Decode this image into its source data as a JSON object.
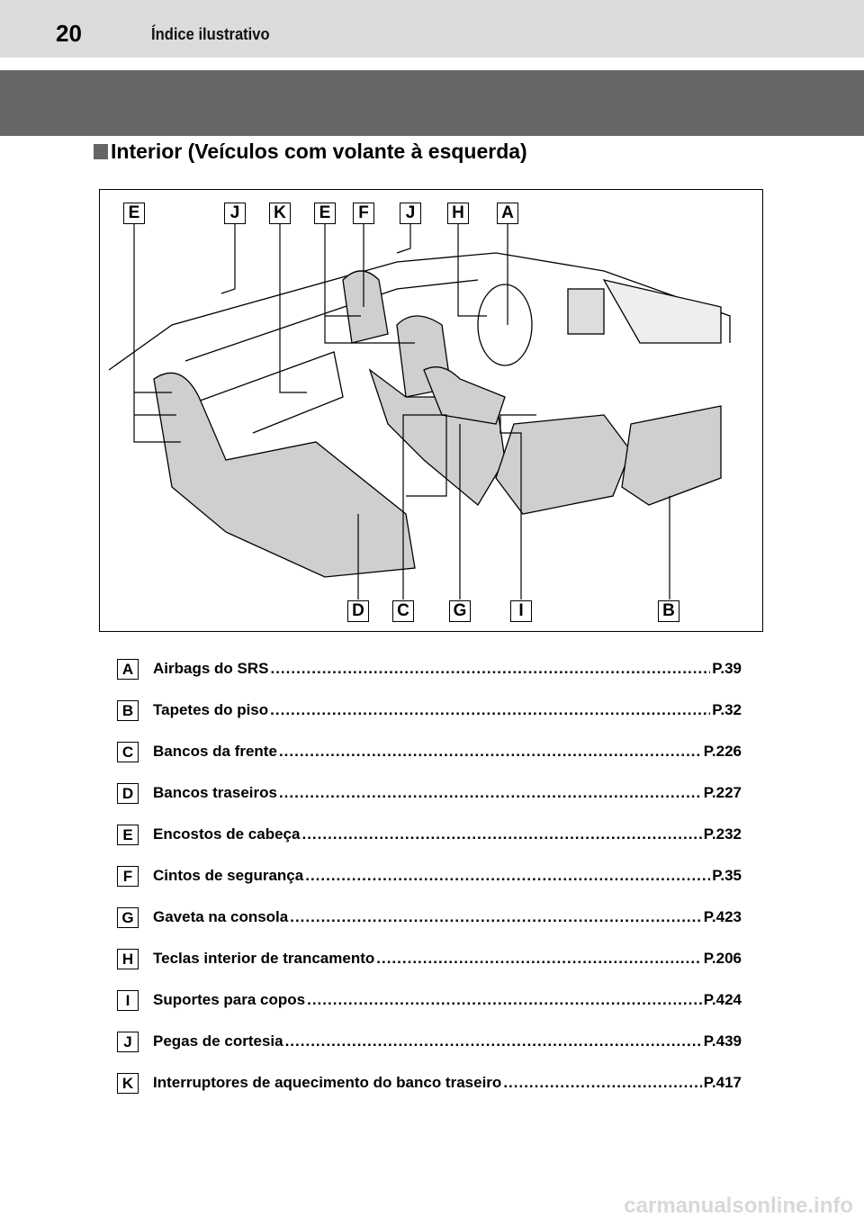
{
  "header": {
    "page_number": "20",
    "title": "Índice ilustrativo"
  },
  "section_title": "Interior (Veículos com volante à esquerda)",
  "figure": {
    "top_labels": [
      "E",
      "J",
      "K",
      "E",
      "F",
      "J",
      "H",
      "A"
    ],
    "bottom_labels": [
      "D",
      "C",
      "G",
      "I",
      "B"
    ]
  },
  "items": [
    {
      "letter": "A",
      "label": "Airbags do SRS",
      "page": "P.39"
    },
    {
      "letter": "B",
      "label": "Tapetes do piso",
      "page": "P.32"
    },
    {
      "letter": "C",
      "label": "Bancos da frente",
      "page": "P.226"
    },
    {
      "letter": "D",
      "label": "Bancos traseiros",
      "page": "P.227"
    },
    {
      "letter": "E",
      "label": "Encostos de cabeça",
      "page": "P.232"
    },
    {
      "letter": "F",
      "label": "Cintos de segurança",
      "page": "P.35"
    },
    {
      "letter": "G",
      "label": "Gaveta na consola",
      "page": "P.423"
    },
    {
      "letter": "H",
      "label": "Teclas interior de trancamento",
      "page": "P.206"
    },
    {
      "letter": "I",
      "label": "Suportes para copos",
      "page": "P.424"
    },
    {
      "letter": "J",
      "label": "Pegas de cortesia",
      "page": "P.439"
    },
    {
      "letter": "K",
      "label": "Interruptores de aquecimento do banco traseiro",
      "page": "P.417"
    }
  ],
  "watermark": "carmanualsonline.info"
}
